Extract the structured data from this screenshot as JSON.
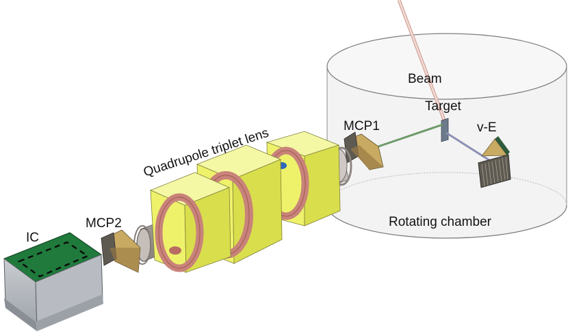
{
  "labels": {
    "beam": "Beam",
    "target": "Target",
    "mcp1": "MCP1",
    "v_e": "v-E",
    "quadrupole": "Quadrupole triplet lens",
    "mcp2": "MCP2",
    "ic": "IC",
    "rotating_chamber": "Rotating chamber"
  },
  "colors": {
    "magnet_yoke": "#eef26a",
    "coil": "#c9837a",
    "beam_pipe": "#b9b1ad",
    "ic_top": "#1f7a3c",
    "detector_frame": "#c9aa62",
    "beam_line": "#d7a9a0"
  }
}
